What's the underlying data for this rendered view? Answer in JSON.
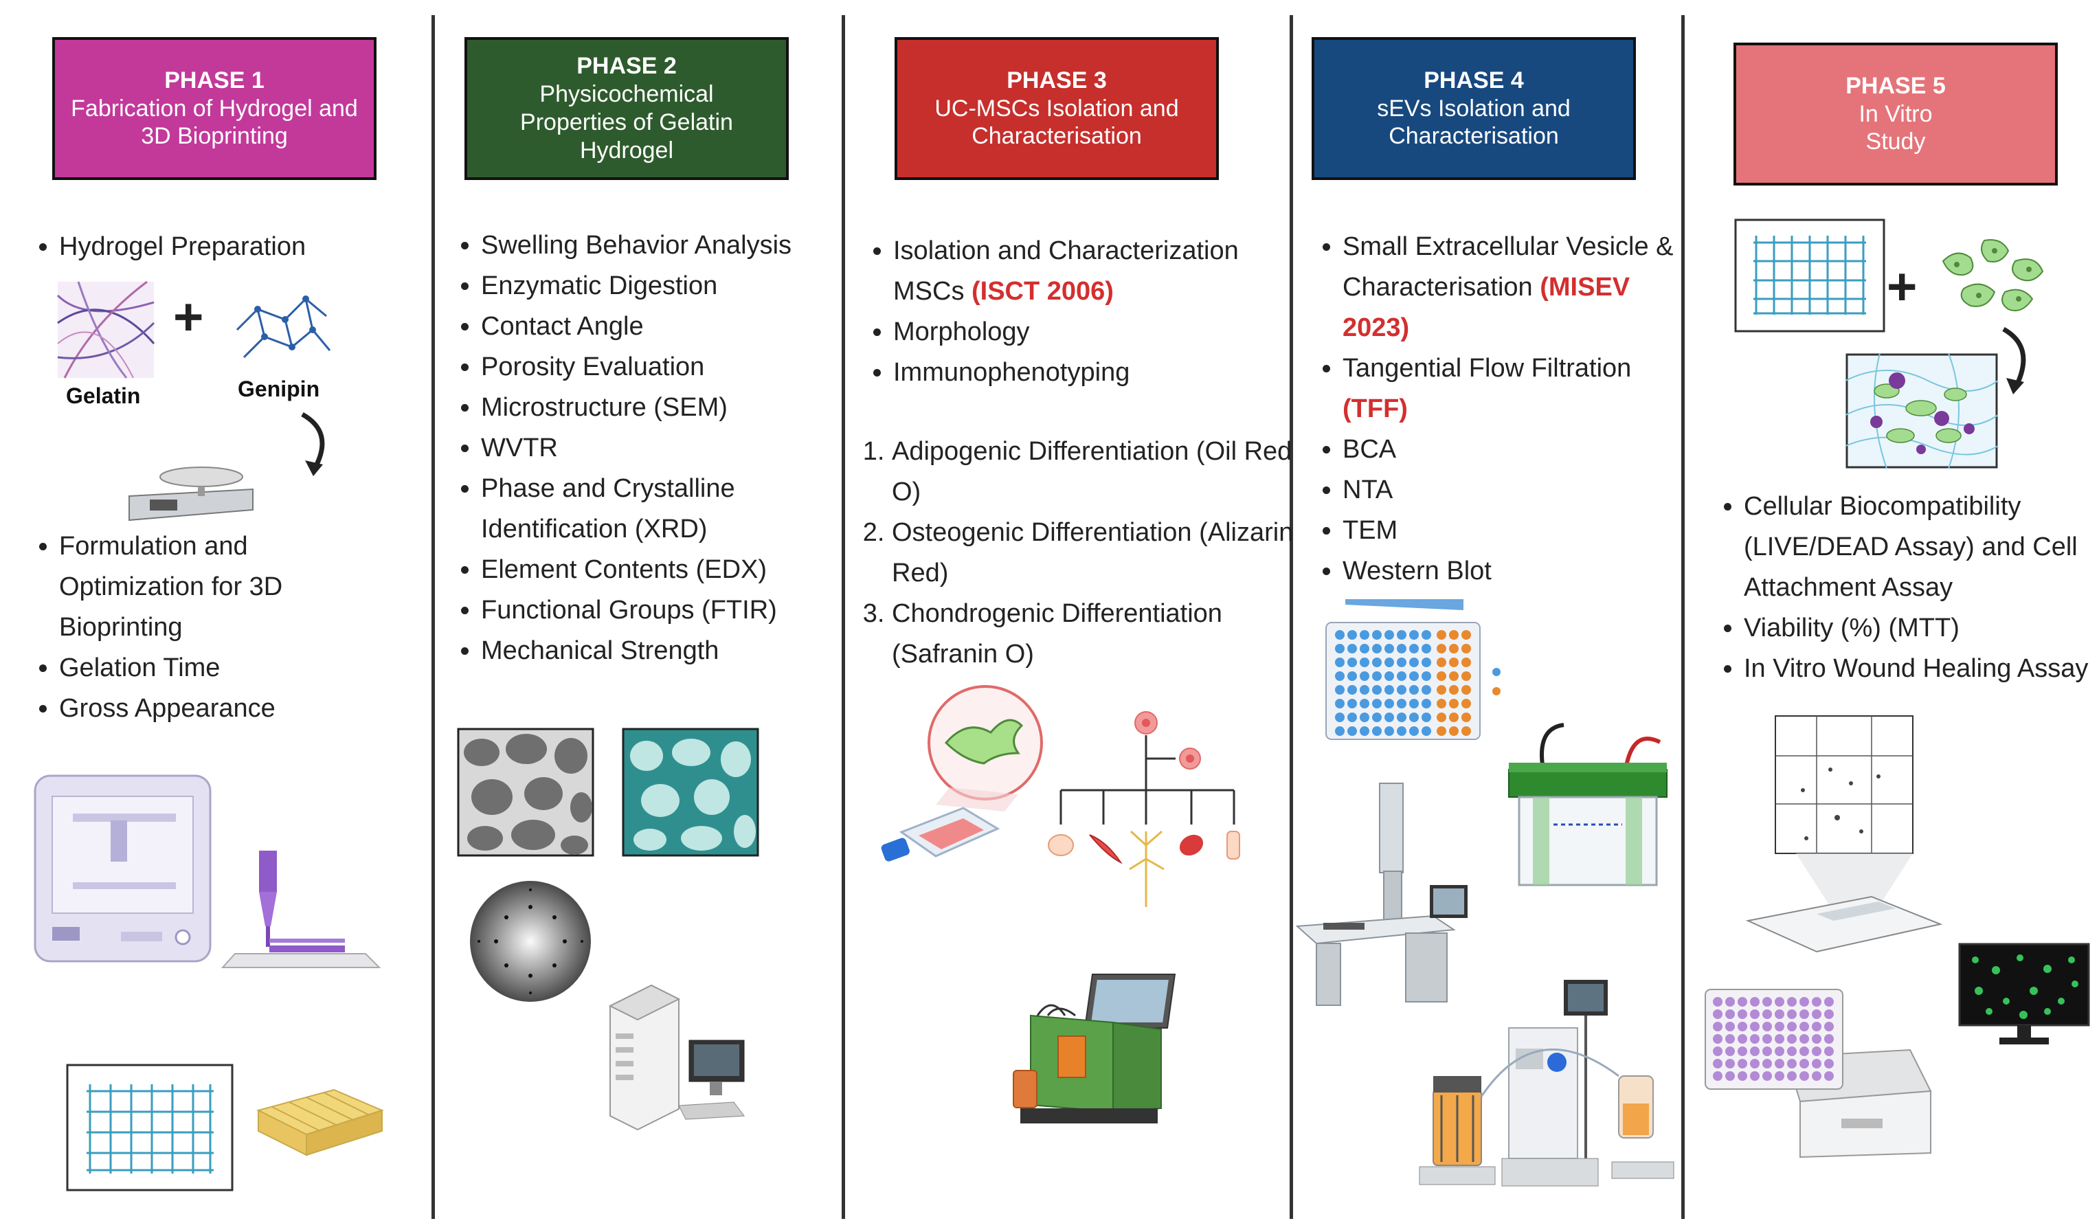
{
  "phases": [
    {
      "label": "PHASE 1",
      "title": "Fabrication of Hydrogel and 3D Bioprinting",
      "color": "#c2399a",
      "items_a": [
        "Hydrogel Preparation"
      ],
      "items_b": [
        "Formulation and Optimization for 3D Bioprinting",
        "Gelation Time",
        "Gross Appearance"
      ],
      "illustration_labels": [
        "Gelatin",
        "Genipin"
      ]
    },
    {
      "label": "PHASE 2",
      "title": "Physicochemical Properties of Gelatin Hydrogel",
      "color": "#2e5b2d",
      "items": [
        "Swelling Behavior Analysis",
        "Enzymatic Digestion",
        "Contact Angle",
        "Porosity Evaluation",
        "Microstructure (SEM)",
        "WVTR",
        "Phase and Crystalline Identification (XRD)",
        "Element Contents (EDX)",
        "Functional Groups (FTIR)",
        "Mechanical Strength"
      ]
    },
    {
      "label": "PHASE 3",
      "title": "UC-MSCs Isolation and Characterisation",
      "color": "#c62f2c",
      "bullets": [
        {
          "text": "Isolation and Characterization MSCs ",
          "highlight": "(ISCT 2006)"
        },
        {
          "text": "Morphology",
          "highlight": ""
        },
        {
          "text": "Immunophenotyping",
          "highlight": ""
        }
      ],
      "numbered": [
        "Adipogenic Differentiation (Oil Red O)",
        "Osteogenic Differentiation (Alizarin Red)",
        "Chondrogenic Differentiation (Safranin O)"
      ]
    },
    {
      "label": "PHASE 4",
      "title": "sEVs Isolation and Characterisation",
      "color": "#17497f",
      "bullets": [
        {
          "text": "Small Extracellular Vesicle & Characterisation ",
          "highlight": "(MISEV 2023)"
        },
        {
          "text": "Tangential Flow Filtration ",
          "highlight": "(TFF)"
        },
        {
          "text": "BCA",
          "highlight": ""
        },
        {
          "text": "NTA",
          "highlight": ""
        },
        {
          "text": "TEM",
          "highlight": ""
        },
        {
          "text": "Western Blot",
          "highlight": ""
        }
      ]
    },
    {
      "label": "PHASE 5",
      "title": "In Vitro Study",
      "color": "#e47479",
      "items": [
        "Cellular Biocompatibility (LIVE/DEAD Assay) and Cell Attachment Assay",
        "Viability (%) (MTT)",
        "In Vitro Wound Healing Assay"
      ]
    }
  ]
}
